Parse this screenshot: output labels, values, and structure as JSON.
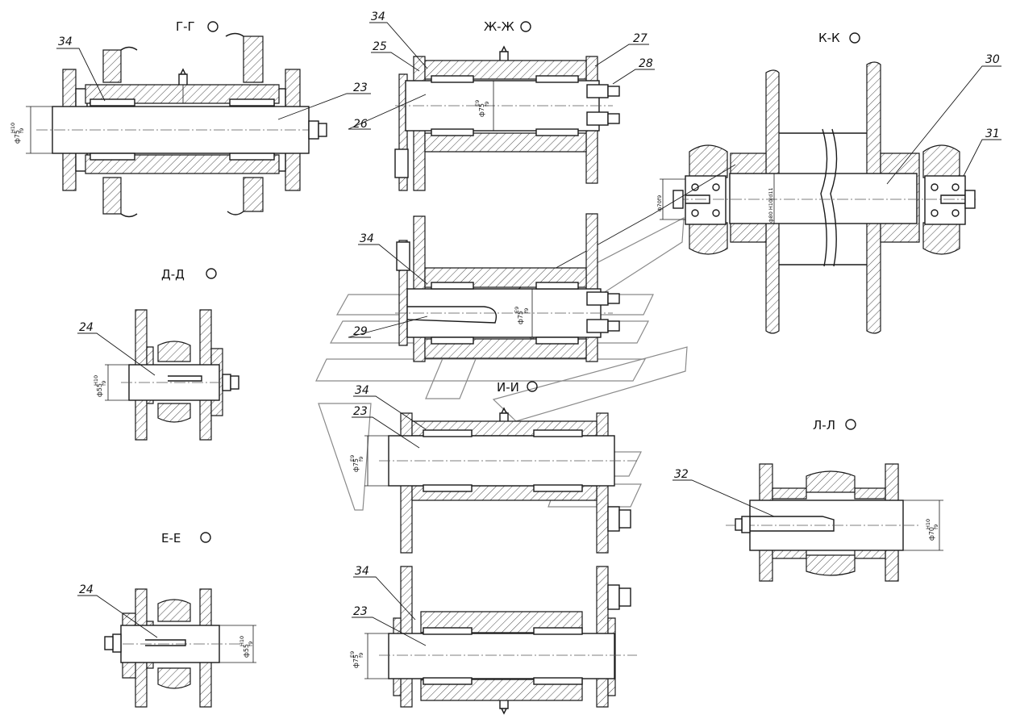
{
  "views": [
    {
      "id": "gg",
      "title": "Г-Г"
    },
    {
      "id": "zhzh",
      "title": "Ж-Ж"
    },
    {
      "id": "kk",
      "title": "К-К"
    },
    {
      "id": "dd",
      "title": "Д-Д"
    },
    {
      "id": "ii",
      "title": "И-И"
    },
    {
      "id": "ll",
      "title": "Л-Л"
    },
    {
      "id": "ee",
      "title": "Е-Е"
    }
  ],
  "callouts": {
    "gg": [
      "34",
      "23"
    ],
    "zhzh": [
      "34",
      "25",
      "27",
      "28",
      "26"
    ],
    "kk": [
      "30",
      "31"
    ],
    "mid": [
      "34",
      "29"
    ],
    "dd": [
      "24"
    ],
    "ii": [
      "34",
      "23"
    ],
    "ll": [
      "32"
    ],
    "ee": [
      "24"
    ],
    "bottom": [
      "34",
      "23"
    ]
  },
  "dimensions": {
    "gg": {
      "prefix": "ф75",
      "top": "H10",
      "bottom": "f9"
    },
    "zhzh": {
      "prefix": "ф75",
      "top": "E9",
      "bottom": "f9"
    },
    "kk_left": {
      "text": "ф70f9"
    },
    "kk_center": {
      "text": "ф80 H10/d11"
    },
    "mid": {
      "prefix": "ф75",
      "top": "E9",
      "bottom": "f9"
    },
    "dd": {
      "prefix": "ф55",
      "top": "H10",
      "bottom": "f9"
    },
    "ii": {
      "prefix": "ф75",
      "top": "E9",
      "bottom": "f9"
    },
    "ll": {
      "prefix": "ф70",
      "top": "H10",
      "bottom": "f9"
    },
    "ee": {
      "prefix": "ф55",
      "top": "H10",
      "bottom": "f9"
    },
    "bottom": {
      "prefix": "ф75",
      "top": "E9",
      "bottom": "f9"
    }
  }
}
